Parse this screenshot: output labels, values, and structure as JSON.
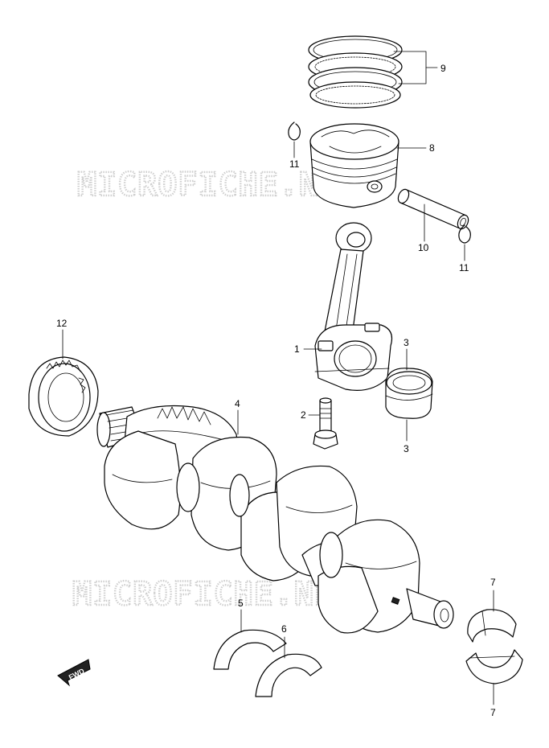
{
  "watermarks": [
    "MICROFICHE.NET",
    "MICROFICHE.NET"
  ],
  "callouts": [
    {
      "id": "c9",
      "text": "9"
    },
    {
      "id": "c8",
      "text": "8"
    },
    {
      "id": "c11a",
      "text": "11"
    },
    {
      "id": "c10",
      "text": "10"
    },
    {
      "id": "c11b",
      "text": "11"
    },
    {
      "id": "c12",
      "text": "12"
    },
    {
      "id": "c1",
      "text": "1"
    },
    {
      "id": "c3a",
      "text": "3"
    },
    {
      "id": "c2",
      "text": "2"
    },
    {
      "id": "c3b",
      "text": "3"
    },
    {
      "id": "c4",
      "text": "4"
    },
    {
      "id": "c5",
      "text": "5"
    },
    {
      "id": "c6",
      "text": "6"
    },
    {
      "id": "c7a",
      "text": "7"
    },
    {
      "id": "c7b",
      "text": "7"
    }
  ],
  "fwd_badge": "FWD"
}
